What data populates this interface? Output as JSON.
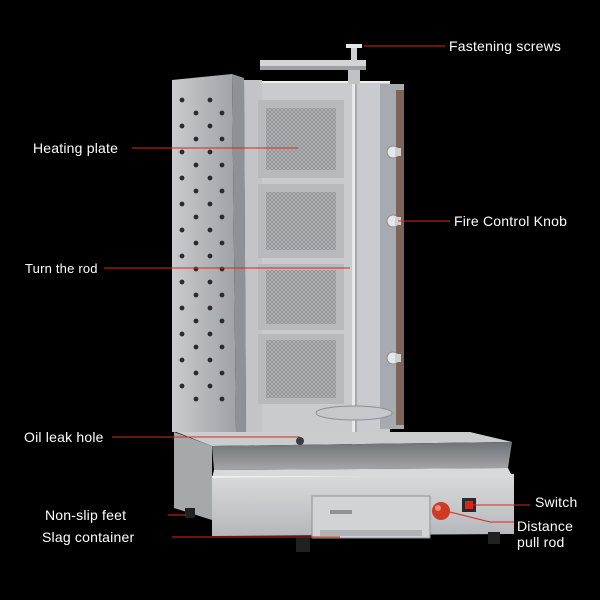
{
  "labels": {
    "fastening_screws": "Fastening screws",
    "heating_plate": "Heating plate",
    "fire_control_knob": "Fire Control Knob",
    "turn_the_rod": "Turn the rod",
    "oil_leak_hole": "Oil leak hole",
    "switch": "Switch",
    "non_slip_feet": "Non-slip feet",
    "distance_pull_rod_line1": "Distance",
    "distance_pull_rod_line2": "pull rod",
    "slag_container": "Slag container"
  },
  "colors": {
    "background": "#000000",
    "leader_line": "#d9281c",
    "label_text": "#ffffff",
    "steel_light": "#d9dadc",
    "steel_mid": "#b8babd",
    "steel_dark": "#8d9094",
    "burner_mesh": "#9a9c9f"
  }
}
